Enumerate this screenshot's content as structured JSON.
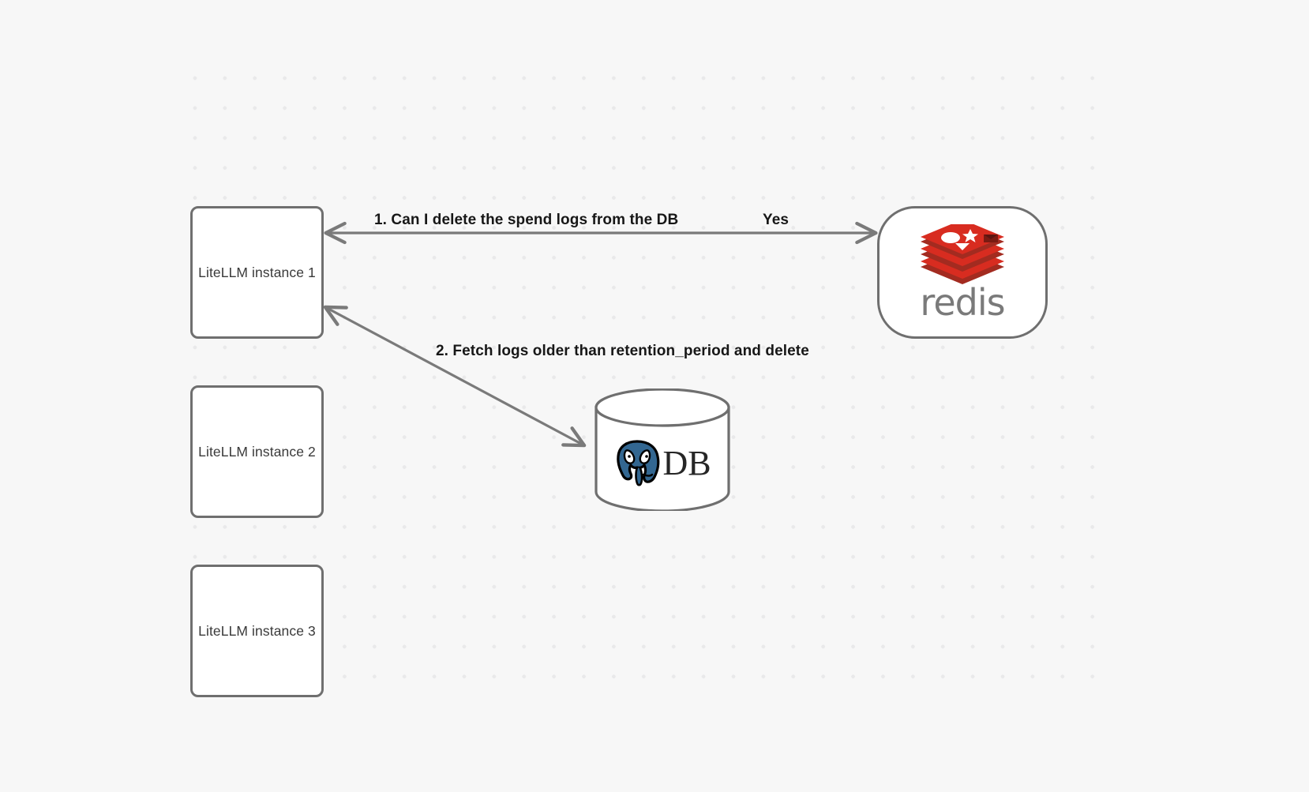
{
  "canvas": {
    "background_color": "#f7f7f7",
    "dot_color": "#e9e9ea",
    "node_border_color": "#6f6f6f",
    "node_fill_color": "#ffffff",
    "edge_color": "#7a7a7a",
    "redis_red": "#d82c20",
    "postgres_blue": "#336791"
  },
  "nodes": [
    {
      "id": "llm1",
      "label": "LiteLLM instance 1"
    },
    {
      "id": "llm2",
      "label": "LiteLLM instance 2"
    },
    {
      "id": "llm3",
      "label": "LiteLLM instance 3"
    },
    {
      "id": "redis",
      "label": "redis",
      "icon": "redis-logo-icon"
    },
    {
      "id": "db",
      "label": "DB",
      "icon": "postgresql-elephant-icon"
    }
  ],
  "edges": [
    {
      "id": "edge-llm1-redis",
      "from": "llm1",
      "to": "redis",
      "direction": "both",
      "label": "1.  Can I delete the spend logs from the DB",
      "response_label": "Yes"
    },
    {
      "id": "edge-llm1-db",
      "from": "llm1",
      "to": "db",
      "direction": "both",
      "label": "2.  Fetch logs older than retention_period and delete"
    }
  ],
  "labels": {
    "step1": "1.  Can I delete the spend logs from the DB",
    "yes": "Yes",
    "step2": "2.  Fetch logs older than retention_period and delete"
  }
}
